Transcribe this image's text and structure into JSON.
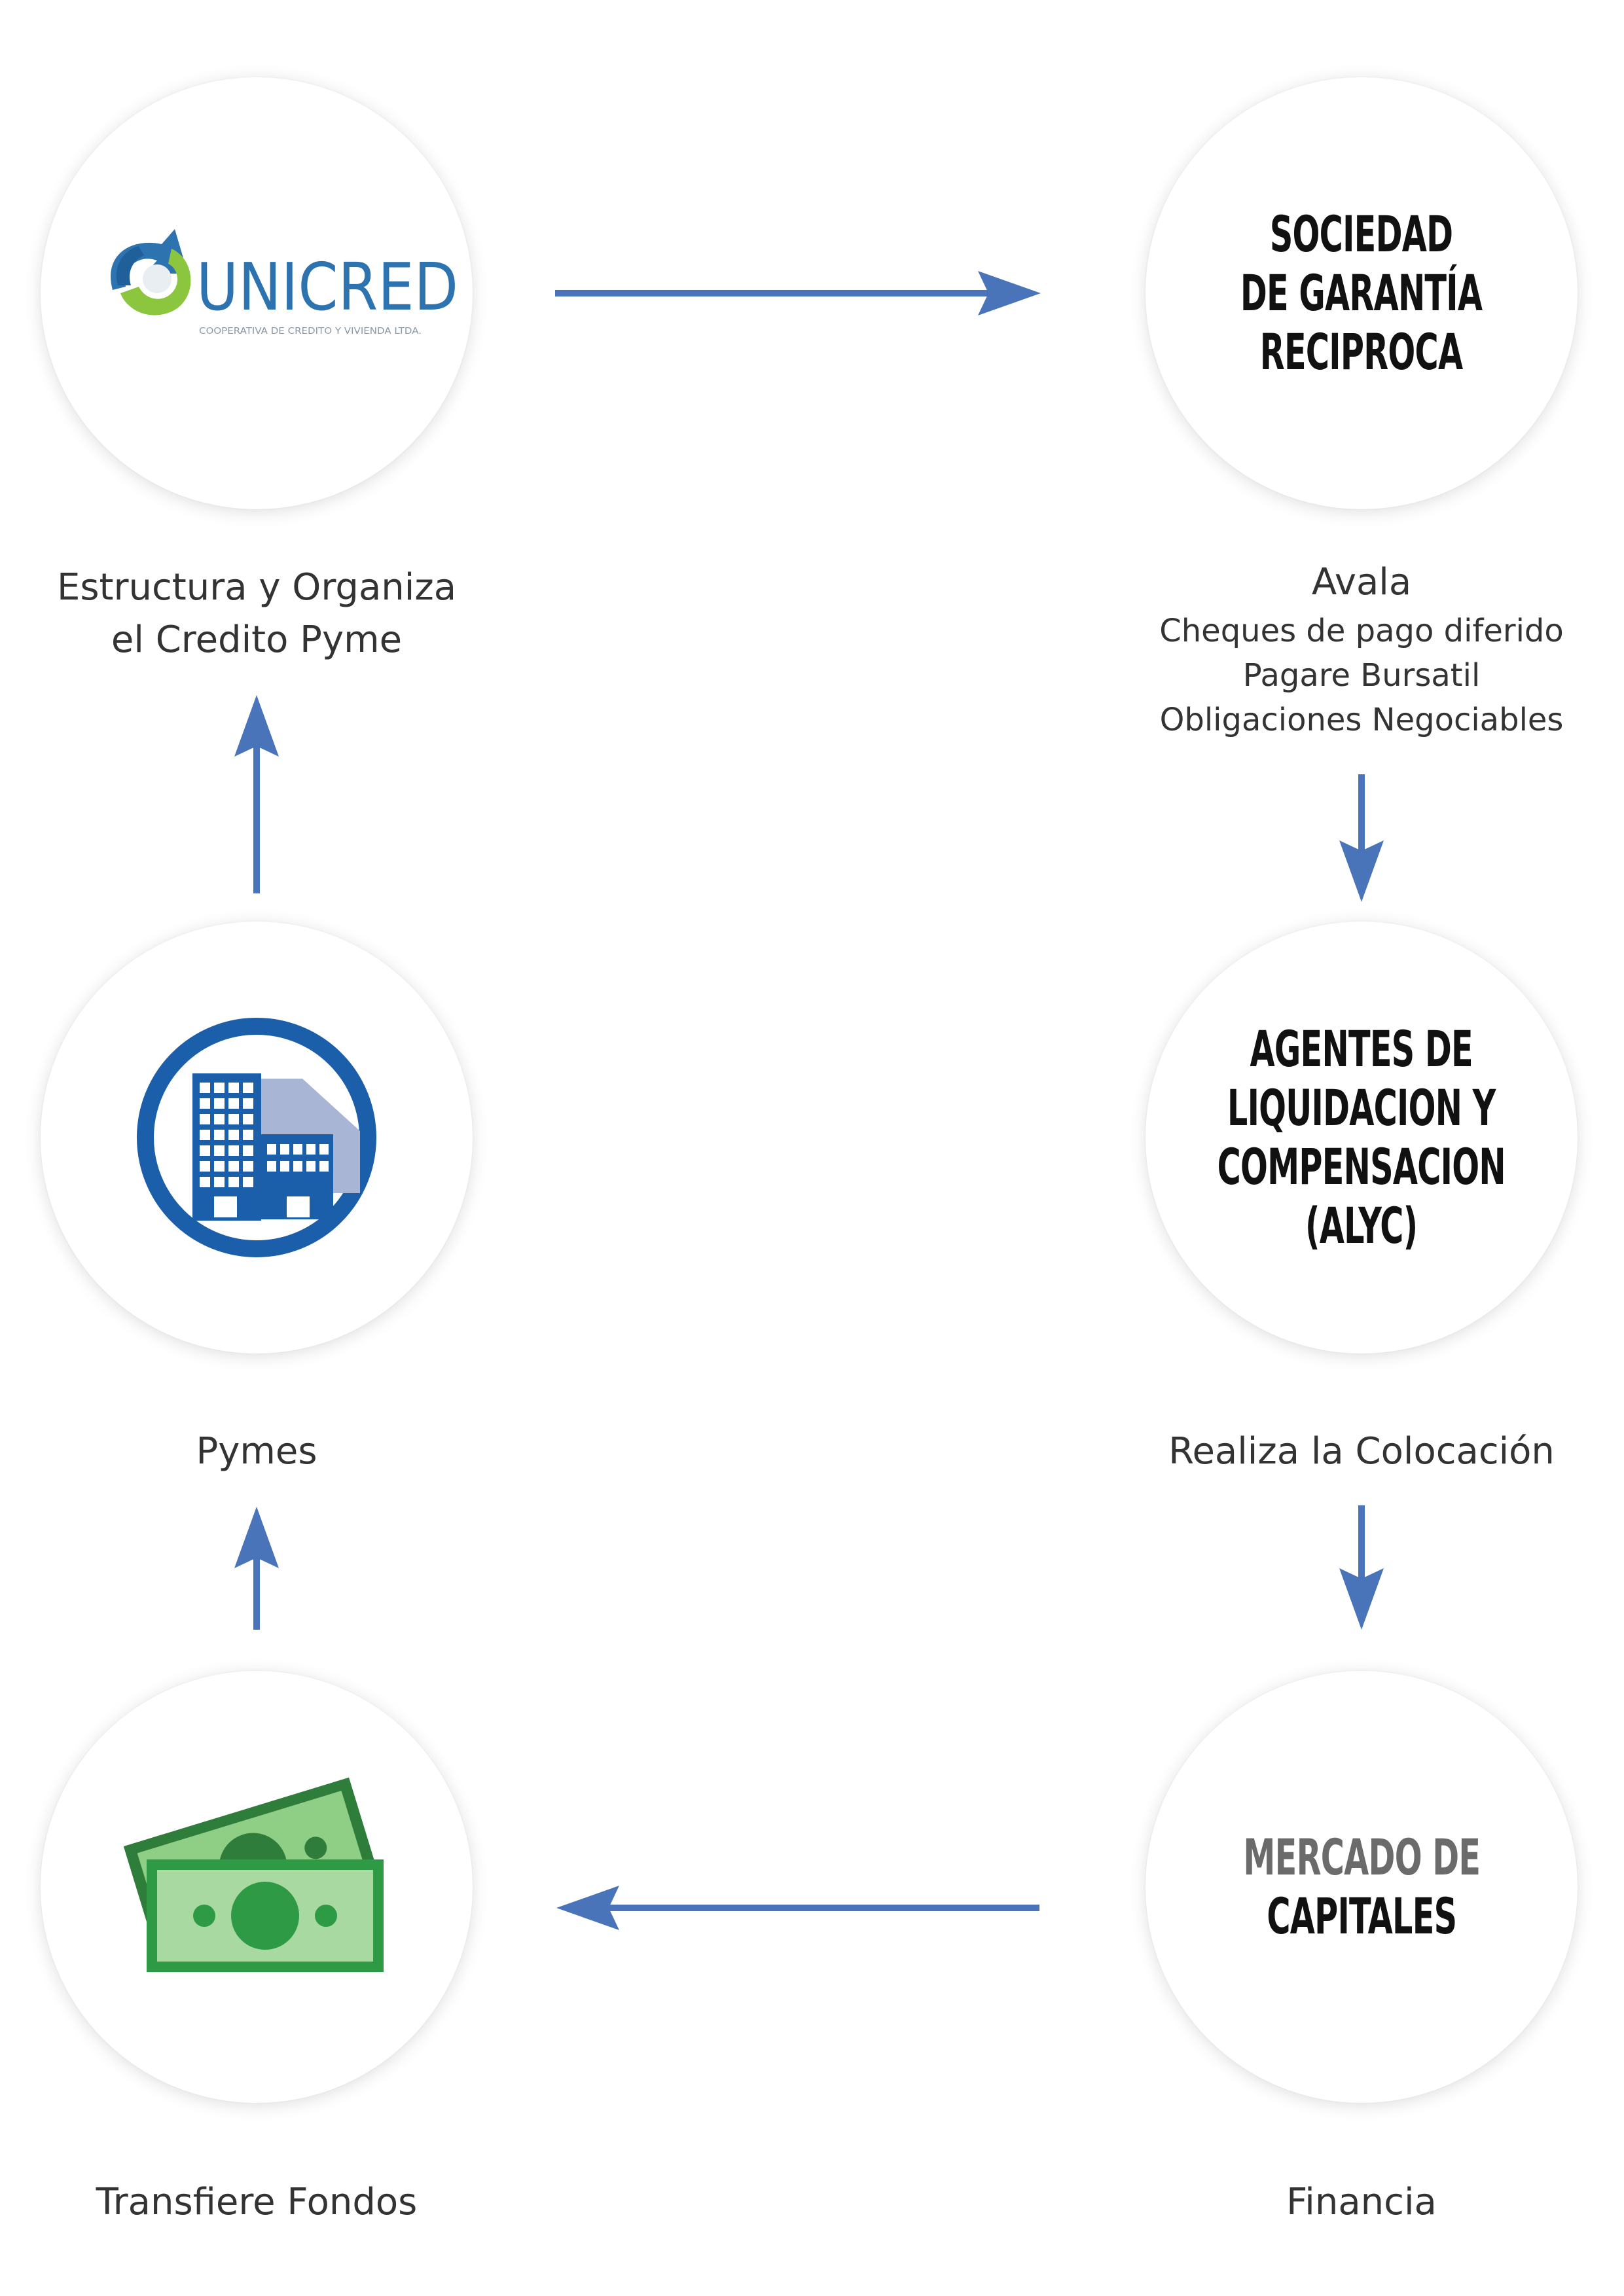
{
  "colors": {
    "arrow": "#4a74b9",
    "unicred_blue": "#2d73b0",
    "building_blue": "#1b5eaa",
    "money_dark_green": "#2e7d3a",
    "money_light_green": "#a7d9a1"
  },
  "nodes": {
    "unicred": {
      "logo_text": "UNICRED",
      "tagline": "COOPERATIVA DE CREDITO Y VIVIENDA LTDA.",
      "label_lines": [
        "Estructura y Organiza",
        "el Credito Pyme"
      ]
    },
    "sgr": {
      "title_lines": [
        "SOCIEDAD",
        "DE GARANTÍA",
        "RECIPROCA"
      ],
      "label_title": "Avala",
      "label_lines": [
        "Cheques de pago diferido",
        "Pagare Bursatil",
        "Obligaciones Negociables"
      ]
    },
    "pymes": {
      "icon": "building-icon",
      "label": "Pymes"
    },
    "alyc": {
      "title_lines": [
        "AGENTES DE",
        "LIQUIDACION Y",
        "COMPENSACION",
        "(ALYC)"
      ],
      "label": "Realiza la Colocación"
    },
    "fondos": {
      "icon": "money-icon",
      "label": "Transfiere Fondos"
    },
    "mercado": {
      "title_lines": [
        "MERCADO DE",
        "CAPITALES"
      ],
      "label": "Financia"
    }
  }
}
